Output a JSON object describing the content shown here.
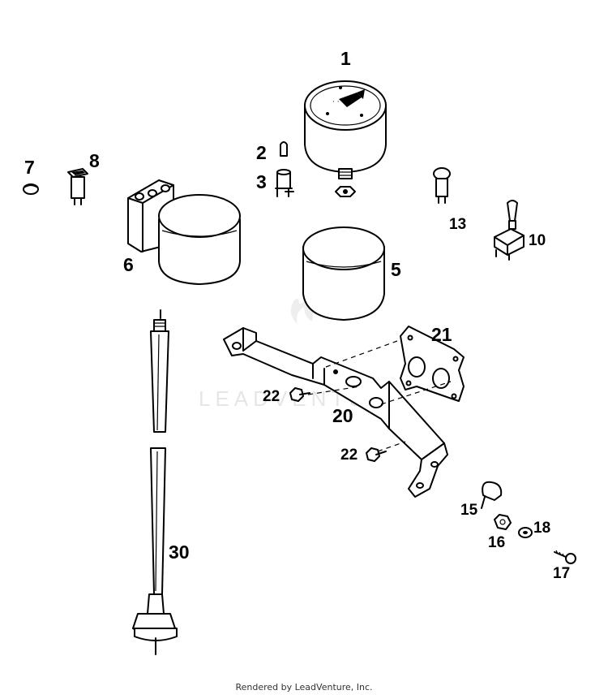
{
  "watermark": "LEADVENTURE",
  "footer": "Rendered by LeadVenture, Inc.",
  "callouts": {
    "p1": "1",
    "p2": "2",
    "p3": "3",
    "p5": "5",
    "p6": "6",
    "p7": "7",
    "p8": "8",
    "p10": "10",
    "p13": "13",
    "p15": "15",
    "p16": "16",
    "p17": "17",
    "p18": "18",
    "p20": "20",
    "p21": "21",
    "p22a": "22",
    "p22b": "22",
    "p30": "30"
  }
}
